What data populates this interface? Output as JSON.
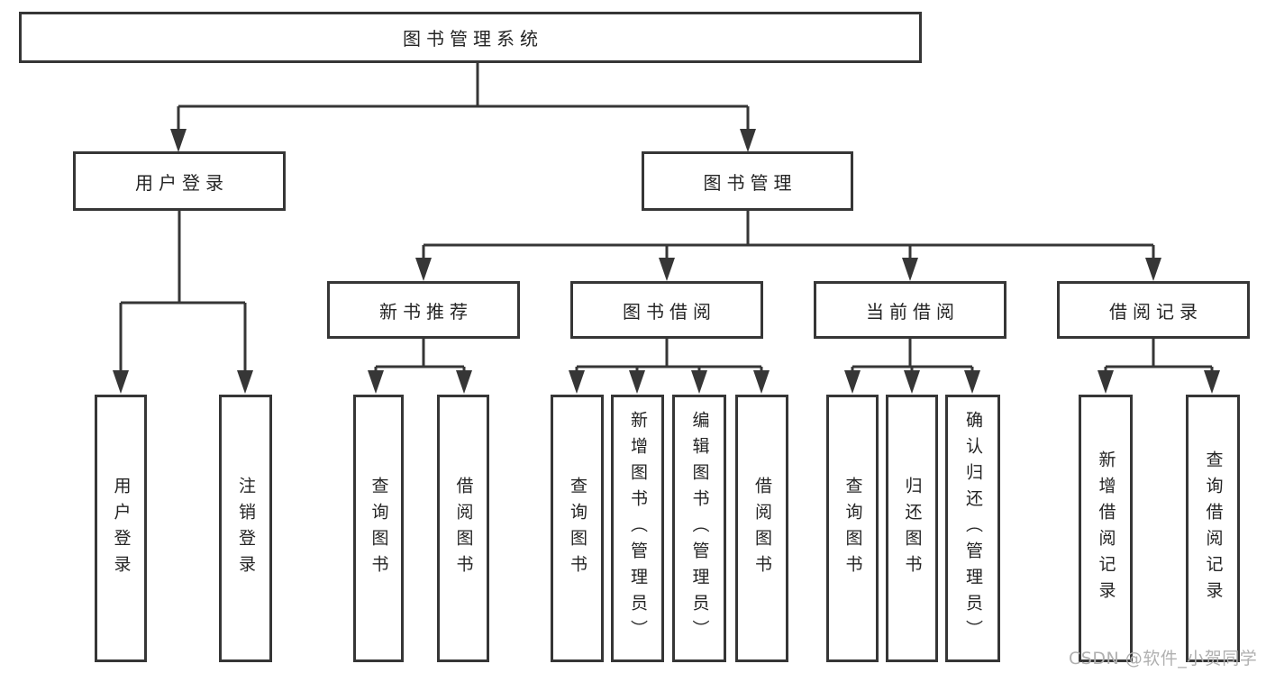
{
  "diagram": {
    "title": "图书管理系统",
    "watermark": "CSDN @软件_小贺同学",
    "colors": {
      "background": "#ffffff",
      "line": "#363636",
      "box_border": "#363636",
      "box_background": "#ffffff",
      "text": "#242424",
      "watermark": "#b0b0b0"
    },
    "tree": {
      "root": {
        "label": "图书管理系统"
      },
      "branches": [
        {
          "label": "用户登录",
          "children": [
            {
              "label": "用户登录"
            },
            {
              "label": "注销登录"
            }
          ]
        },
        {
          "label": "图书管理",
          "children": [
            {
              "label": "新书推荐",
              "children": [
                {
                  "label": "查询图书"
                },
                {
                  "label": "借阅图书"
                }
              ]
            },
            {
              "label": "图书借阅",
              "children": [
                {
                  "label": "查询图书"
                },
                {
                  "label": "新增图书（管理员）"
                },
                {
                  "label": "编辑图书（管理员）"
                },
                {
                  "label": "借阅图书"
                }
              ]
            },
            {
              "label": "当前借阅",
              "children": [
                {
                  "label": "查询图书"
                },
                {
                  "label": "归还图书"
                },
                {
                  "label": "确认归还（管理员）"
                }
              ]
            },
            {
              "label": "借阅记录",
              "children": [
                {
                  "label": "新增借阅记录"
                },
                {
                  "label": "查询借阅记录"
                }
              ]
            }
          ]
        }
      ]
    }
  }
}
